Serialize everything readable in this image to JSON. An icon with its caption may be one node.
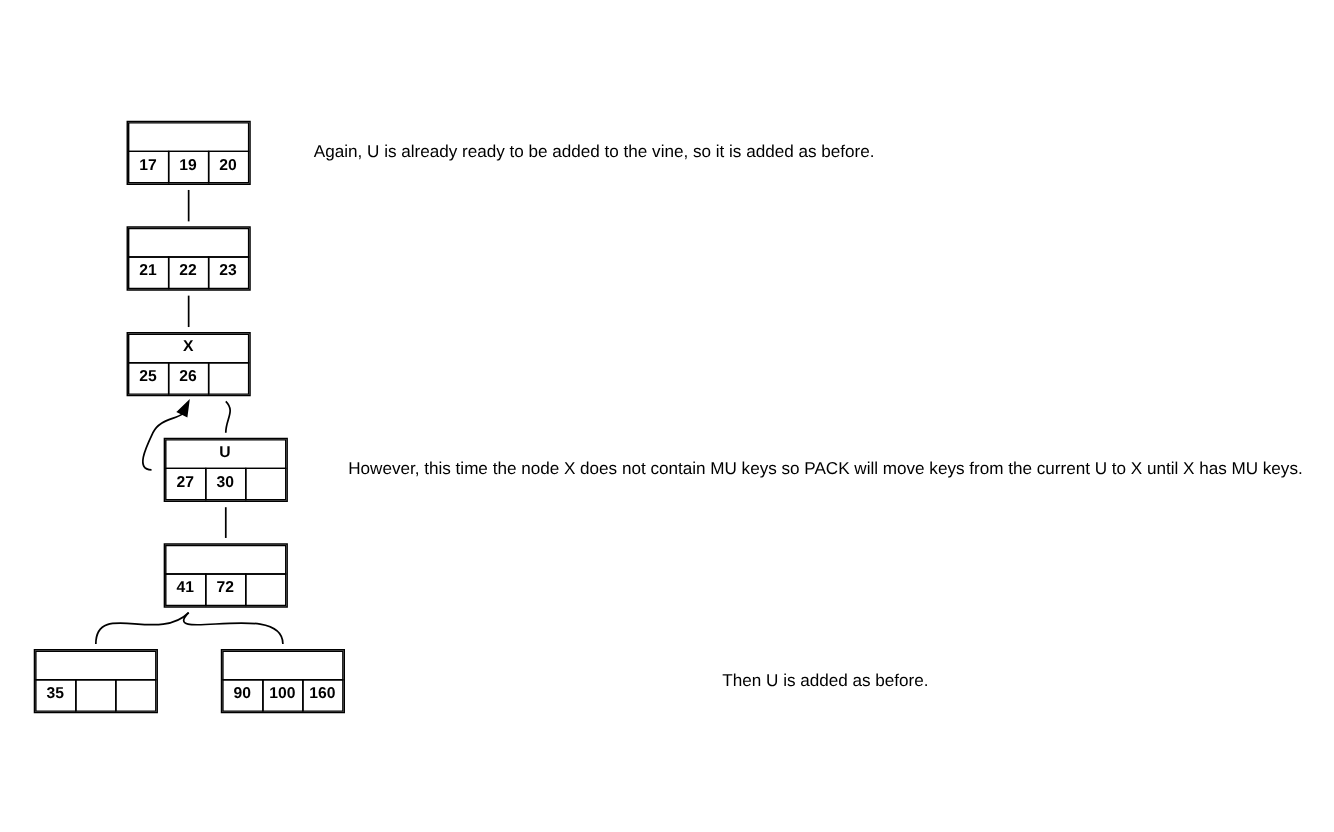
{
  "diagram": {
    "nodes": [
      {
        "text": [
          "17",
          "19",
          "20"
        ]
      },
      {
        "text": [
          "21",
          "22",
          "23"
        ]
      },
      {
        "text": [
          "X",
          "25",
          "26"
        ]
      },
      {
        "text": [
          "U",
          "27",
          "30"
        ]
      },
      {
        "text": [
          "41",
          "72"
        ]
      },
      {
        "text": [
          "35"
        ]
      },
      {
        "text": [
          "90",
          "100",
          "160"
        ]
      }
    ],
    "edges": [
      {
        "from": 0,
        "to": 1,
        "arrow": "none"
      },
      {
        "from": 1,
        "to": 2,
        "arrow": "none"
      },
      {
        "from": 2,
        "to": 3,
        "arrow": "none"
      },
      {
        "from": 3,
        "to": 2,
        "arrow": "to"
      },
      {
        "from": 3,
        "to": 4,
        "arrow": "none"
      },
      {
        "from": 4,
        "to": 5,
        "arrow": "none"
      },
      {
        "from": 4,
        "to": 6,
        "arrow": "none"
      }
    ],
    "labels": [
      "Again, U is already ready to be added to the vine, so it is added as before.",
      "However, this time the node X does not contain MU keys so PACK will move keys from the current U to X until X has MU keys.",
      "Then U is added as before."
    ]
  }
}
